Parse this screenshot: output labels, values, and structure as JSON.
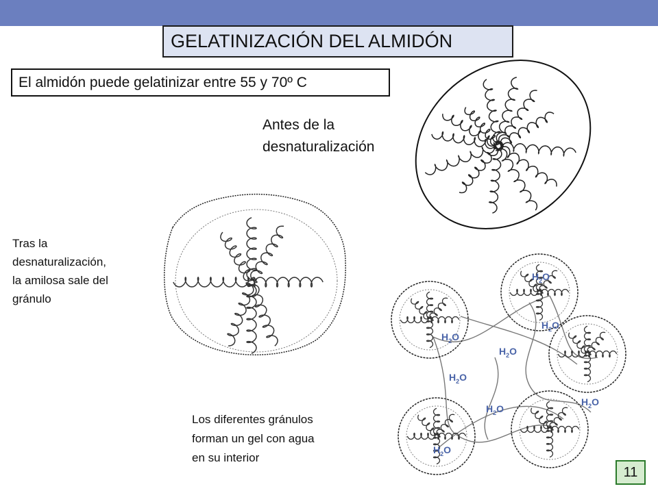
{
  "title": "GELATINIZACIÓN DEL ALMIDÓN",
  "subtitle": "El almidón puede gelatinizar entre 55 y 70º C",
  "labels": {
    "before": "Antes de la\ndesnaturalización",
    "after": "Tras la\ndesnaturalización,\nla amilosa sale del\ngránulo",
    "gel": "Los diferentes gránulos\nforman un gel con agua\nen su interior"
  },
  "water_label": "H2O",
  "page_number": "11",
  "colors": {
    "header_bar": "#6b7fbf",
    "title_fill": "#dde3f2",
    "page_num_fill": "#d6ecd0",
    "water_text": "#4a64a8"
  }
}
